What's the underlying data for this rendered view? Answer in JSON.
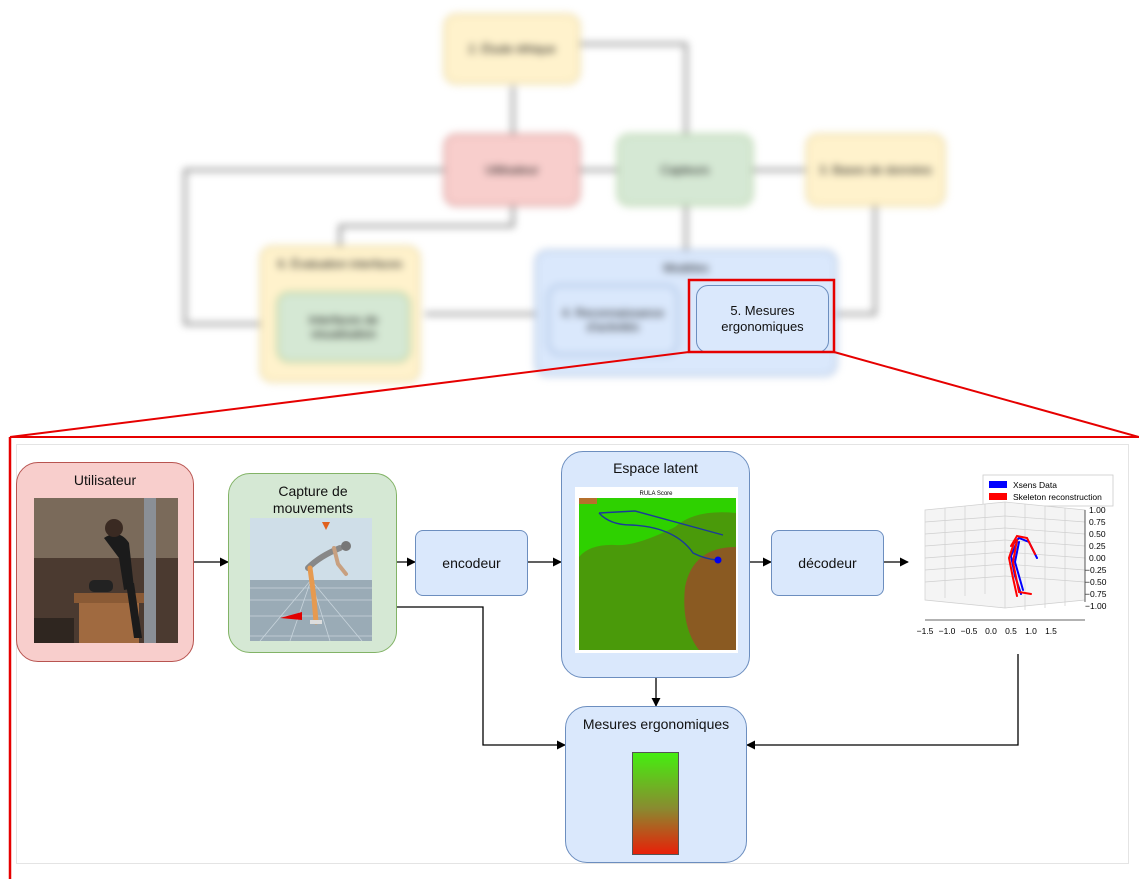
{
  "overview": {
    "etude_ethique": "2. Étude éthique",
    "utilisateur": "Utilisateur",
    "capteurs": "Capteurs",
    "bases_donnees": "3. Bases de données",
    "evaluation_interfaces": "6. Évaluation interfaces",
    "interfaces_visualisation": "Interfaces de visualisation",
    "modeles": "Modèles",
    "reconnaissance": "4. Reconnaissance d'activités",
    "mesures_ergonomiques": "5. Mesures ergonomiques"
  },
  "detail": {
    "utilisateur": "Utilisateur",
    "capture": "Capture de mouvements",
    "encodeur": "encodeur",
    "espace_latent": "Espace latent",
    "rula_title": "RULA Score",
    "decodeur": "décodeur",
    "mesures": "Mesures ergonomiques",
    "legend_xsens": "Xsens Data",
    "legend_skeleton": "Skeleton reconstruction",
    "z_ticks": [
      "1.00",
      "0.75",
      "0.50",
      "0.25",
      "0.00",
      "−0.25",
      "−0.50",
      "−0.75",
      "−1.00"
    ],
    "x_ticks": [
      "−1.5",
      "−1.0",
      "−0.5",
      "0.0",
      "0.5",
      "1.0",
      "1.5"
    ]
  },
  "colors": {
    "red_fill": "#f8cecc",
    "red_stroke": "#b85450",
    "green_fill": "#d5e8d4",
    "green_stroke": "#82b366",
    "yellow_fill": "#fff2cc",
    "yellow_stroke": "#d6b656",
    "blue_fill": "#dae8fc",
    "blue_stroke": "#6c8ebf",
    "highlight": "#e60000",
    "xsens": "#0000ff",
    "skeleton": "#ff0000"
  }
}
